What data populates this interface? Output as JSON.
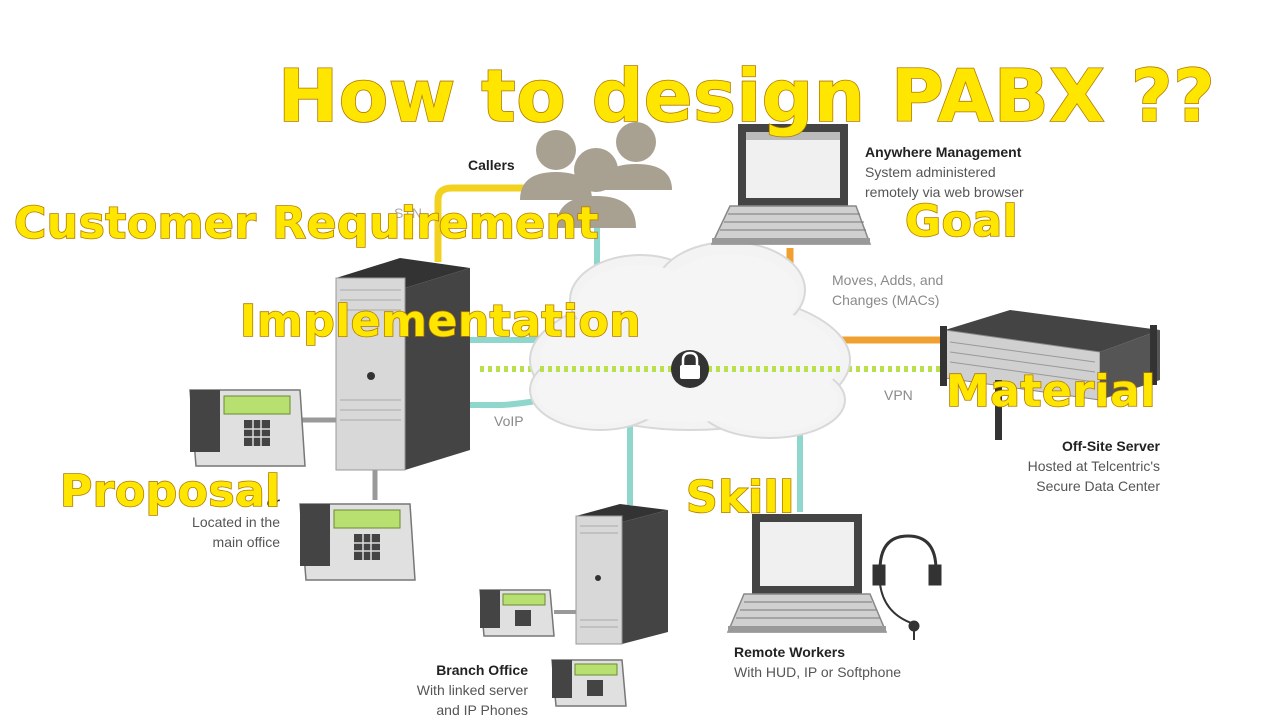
{
  "title": "How to design PABX ??",
  "overlay_labels": {
    "customer_requirement": "Customer Requirement",
    "goal": "Goal",
    "implementation": "Implementation",
    "material": "Material",
    "proposal": "Proposal",
    "skill": "Skill"
  },
  "diagram": {
    "callers": "Callers",
    "pstn_partial": "STN",
    "anywhere_management": {
      "title": "Anywhere Management",
      "line1": "System administered",
      "line2": "remotely via web browser"
    },
    "macs": {
      "line1": "Moves, Adds, and",
      "line2": "Changes (MACs)"
    },
    "voip": "VoIP",
    "vpn": "VPN",
    "offsite_server": {
      "title": "Off-Site Server",
      "line1": "Hosted at Telcentric's",
      "line2": "Secure Data Center"
    },
    "onsite_server": {
      "title_partial": "er",
      "line1": "Located in the",
      "line2": "main office"
    },
    "branch_office": {
      "title": "Branch Office",
      "line1": "With linked server",
      "line2": "and IP Phones"
    },
    "remote_workers": {
      "title": "Remote Workers",
      "line1": "With HUD, IP or Softphone"
    }
  },
  "colors": {
    "yellow_line": "#f2d21f",
    "teal_line": "#8fd7cc",
    "orange_line": "#f0a030",
    "green_dashed": "#b7e04a",
    "overlay_text": "#ffe600"
  }
}
